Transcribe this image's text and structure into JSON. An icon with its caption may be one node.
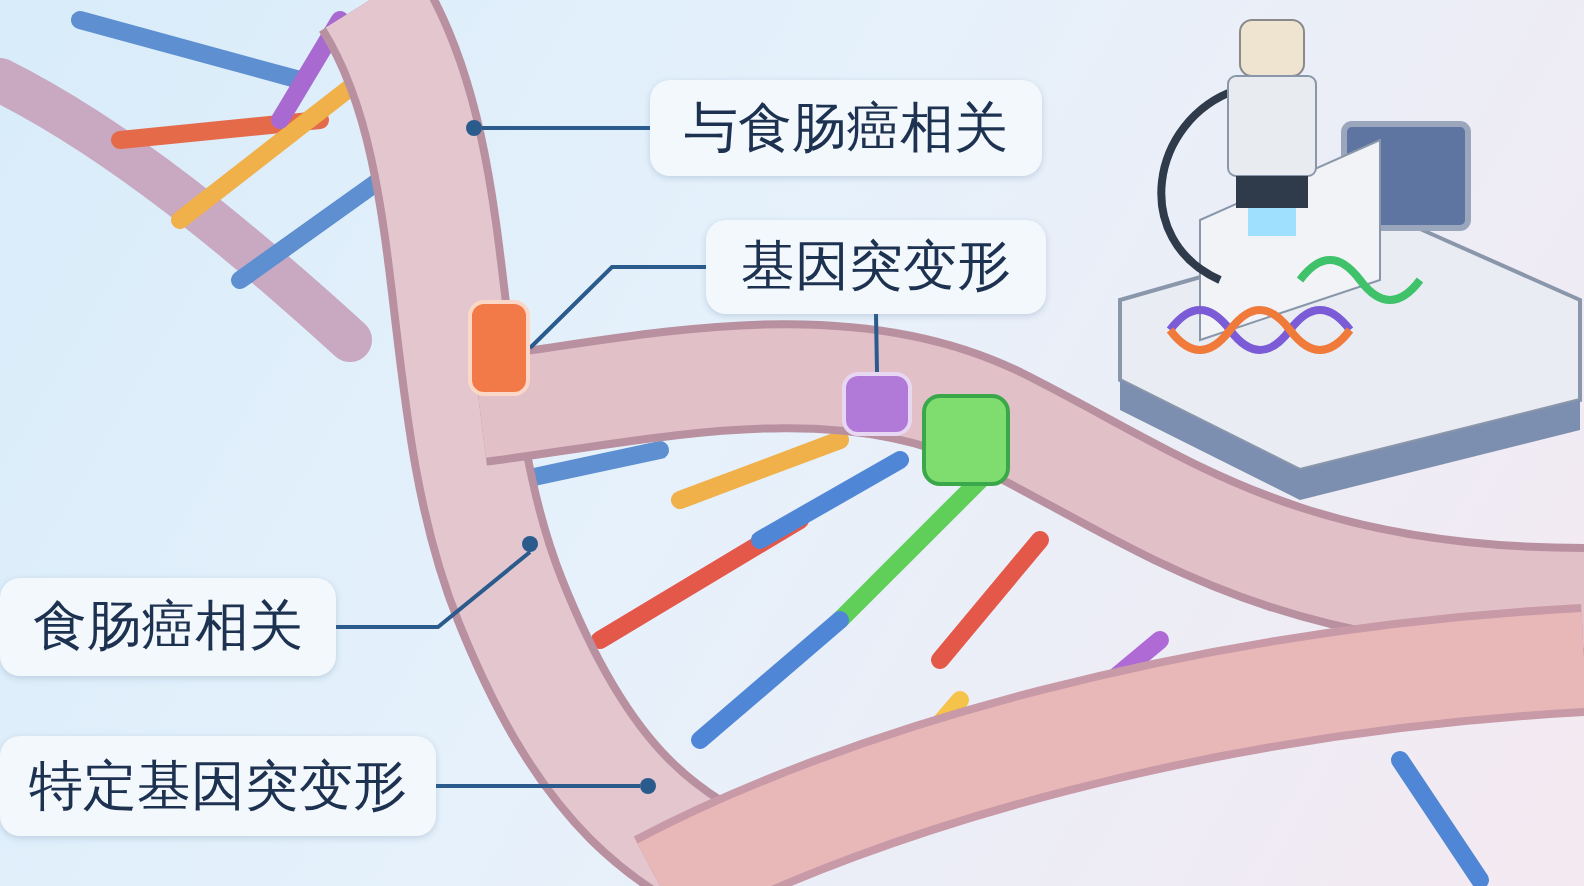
{
  "diagram": {
    "nodes": [
      {
        "text": [
          "与食肠癌相关"
        ]
      },
      {
        "text": [
          "基因突变形"
        ]
      },
      {
        "text": [
          "食肠癌相关"
        ]
      },
      {
        "text": [
          "特定基因突变形"
        ]
      },
      {
        "text": [],
        "shape": "circle"
      },
      {
        "text": [],
        "shape": "cylinder"
      },
      {
        "text": [],
        "shape": "cylinder"
      },
      {
        "text": [],
        "shape": "circle"
      },
      {
        "text": [],
        "shape": "circle"
      }
    ],
    "edges": [
      {
        "from": 0,
        "to": 4,
        "arrow": "none"
      },
      {
        "from": 1,
        "to": 5,
        "arrow": "none"
      },
      {
        "from": 1,
        "to": 6,
        "arrow": "none"
      },
      {
        "from": 2,
        "to": 7,
        "arrow": "none"
      },
      {
        "from": 3,
        "to": 8,
        "arrow": "none"
      }
    ]
  }
}
